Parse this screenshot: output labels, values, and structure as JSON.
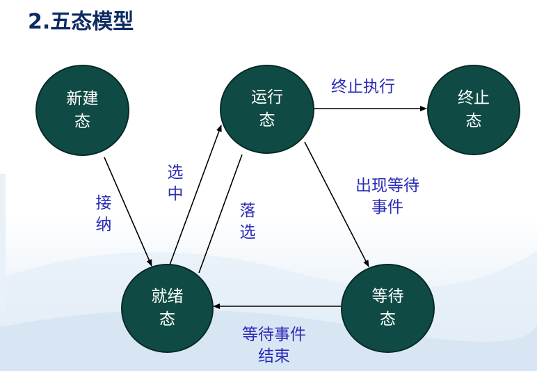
{
  "title": "2.五态模型",
  "nodes": {
    "new": {
      "line1": "新建",
      "line2": "态"
    },
    "running": {
      "line1": "运行",
      "line2": "态"
    },
    "terminated": {
      "line1": "终止",
      "line2": "态"
    },
    "ready": {
      "line1": "就绪",
      "line2": "态"
    },
    "waiting": {
      "line1": "等待",
      "line2": "态"
    }
  },
  "edges": {
    "admit": {
      "line1": "接",
      "line2": "纳"
    },
    "dispatch": {
      "line1": "选",
      "line2": "中"
    },
    "timeout": {
      "line1": "落",
      "line2": "选"
    },
    "exit": {
      "line1": "终止执行"
    },
    "event_wait": {
      "line1": "出现等待",
      "line2": "事件"
    },
    "event_done": {
      "line1": "等待事件",
      "line2": "结束"
    }
  },
  "colors": {
    "node_fill": "#0f4b44",
    "node_text": "#ffffff",
    "label_text": "#2a2ab8",
    "title_text": "#0d2c63",
    "arrow": "#000000"
  }
}
